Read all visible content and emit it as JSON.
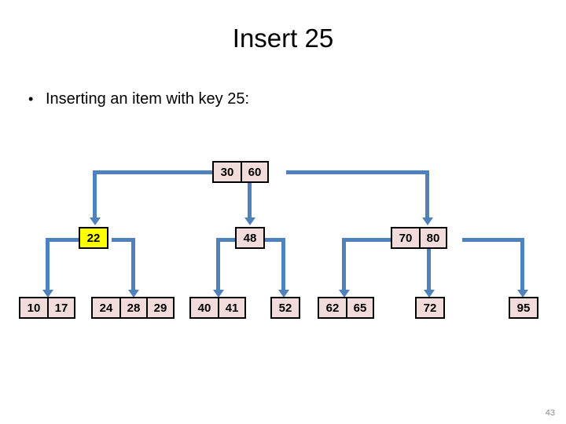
{
  "slide": {
    "title": "Insert 25",
    "bullet_marker": "•",
    "bullet_text": "Inserting an item with key 25:",
    "page_number": "43"
  },
  "colors": {
    "node_fill": "#f2dcdb",
    "node_highlight_fill": "#ffff00",
    "node_border": "#000000",
    "connector": "#4f81bd",
    "text": "#000000",
    "page_number": "#8a8a8a",
    "background": "#ffffff"
  },
  "chart_data": {
    "type": "diagram",
    "diagram_kind": "b-tree",
    "title": "Insert 25",
    "description": "B-tree before inserting key 25; the leaf-parent node 22 is highlighted in yellow.",
    "highlighted_keys": [
      22
    ],
    "levels": [
      {
        "level": 0,
        "nodes": [
          {
            "id": "root",
            "keys": [
              "30",
              "60"
            ],
            "highlight": false
          }
        ]
      },
      {
        "level": 1,
        "nodes": [
          {
            "id": "n22",
            "keys": [
              "22"
            ],
            "highlight": true
          },
          {
            "id": "n48",
            "keys": [
              "48"
            ],
            "highlight": false
          },
          {
            "id": "n7080",
            "keys": [
              "70",
              "80"
            ],
            "highlight": false
          }
        ]
      },
      {
        "level": 2,
        "nodes": [
          {
            "id": "l1017",
            "keys": [
              "10",
              "17"
            ],
            "highlight": false
          },
          {
            "id": "l242829",
            "keys": [
              "24",
              "28",
              "29"
            ],
            "highlight": false
          },
          {
            "id": "l4041",
            "keys": [
              "40",
              "41"
            ],
            "highlight": false
          },
          {
            "id": "l52",
            "keys": [
              "52"
            ],
            "highlight": false
          },
          {
            "id": "l6265",
            "keys": [
              "62",
              "65"
            ],
            "highlight": false
          },
          {
            "id": "l72",
            "keys": [
              "72"
            ],
            "highlight": false
          },
          {
            "id": "l95",
            "keys": [
              "95"
            ],
            "highlight": false
          }
        ]
      }
    ],
    "edges": [
      {
        "from": "root",
        "to": "n22"
      },
      {
        "from": "root",
        "to": "n48"
      },
      {
        "from": "root",
        "to": "n7080"
      },
      {
        "from": "n22",
        "to": "l1017"
      },
      {
        "from": "n22",
        "to": "l242829"
      },
      {
        "from": "n48",
        "to": "l4041"
      },
      {
        "from": "n48",
        "to": "l52"
      },
      {
        "from": "n7080",
        "to": "l6265"
      },
      {
        "from": "n7080",
        "to": "l72"
      },
      {
        "from": "n7080",
        "to": "l95"
      }
    ]
  }
}
